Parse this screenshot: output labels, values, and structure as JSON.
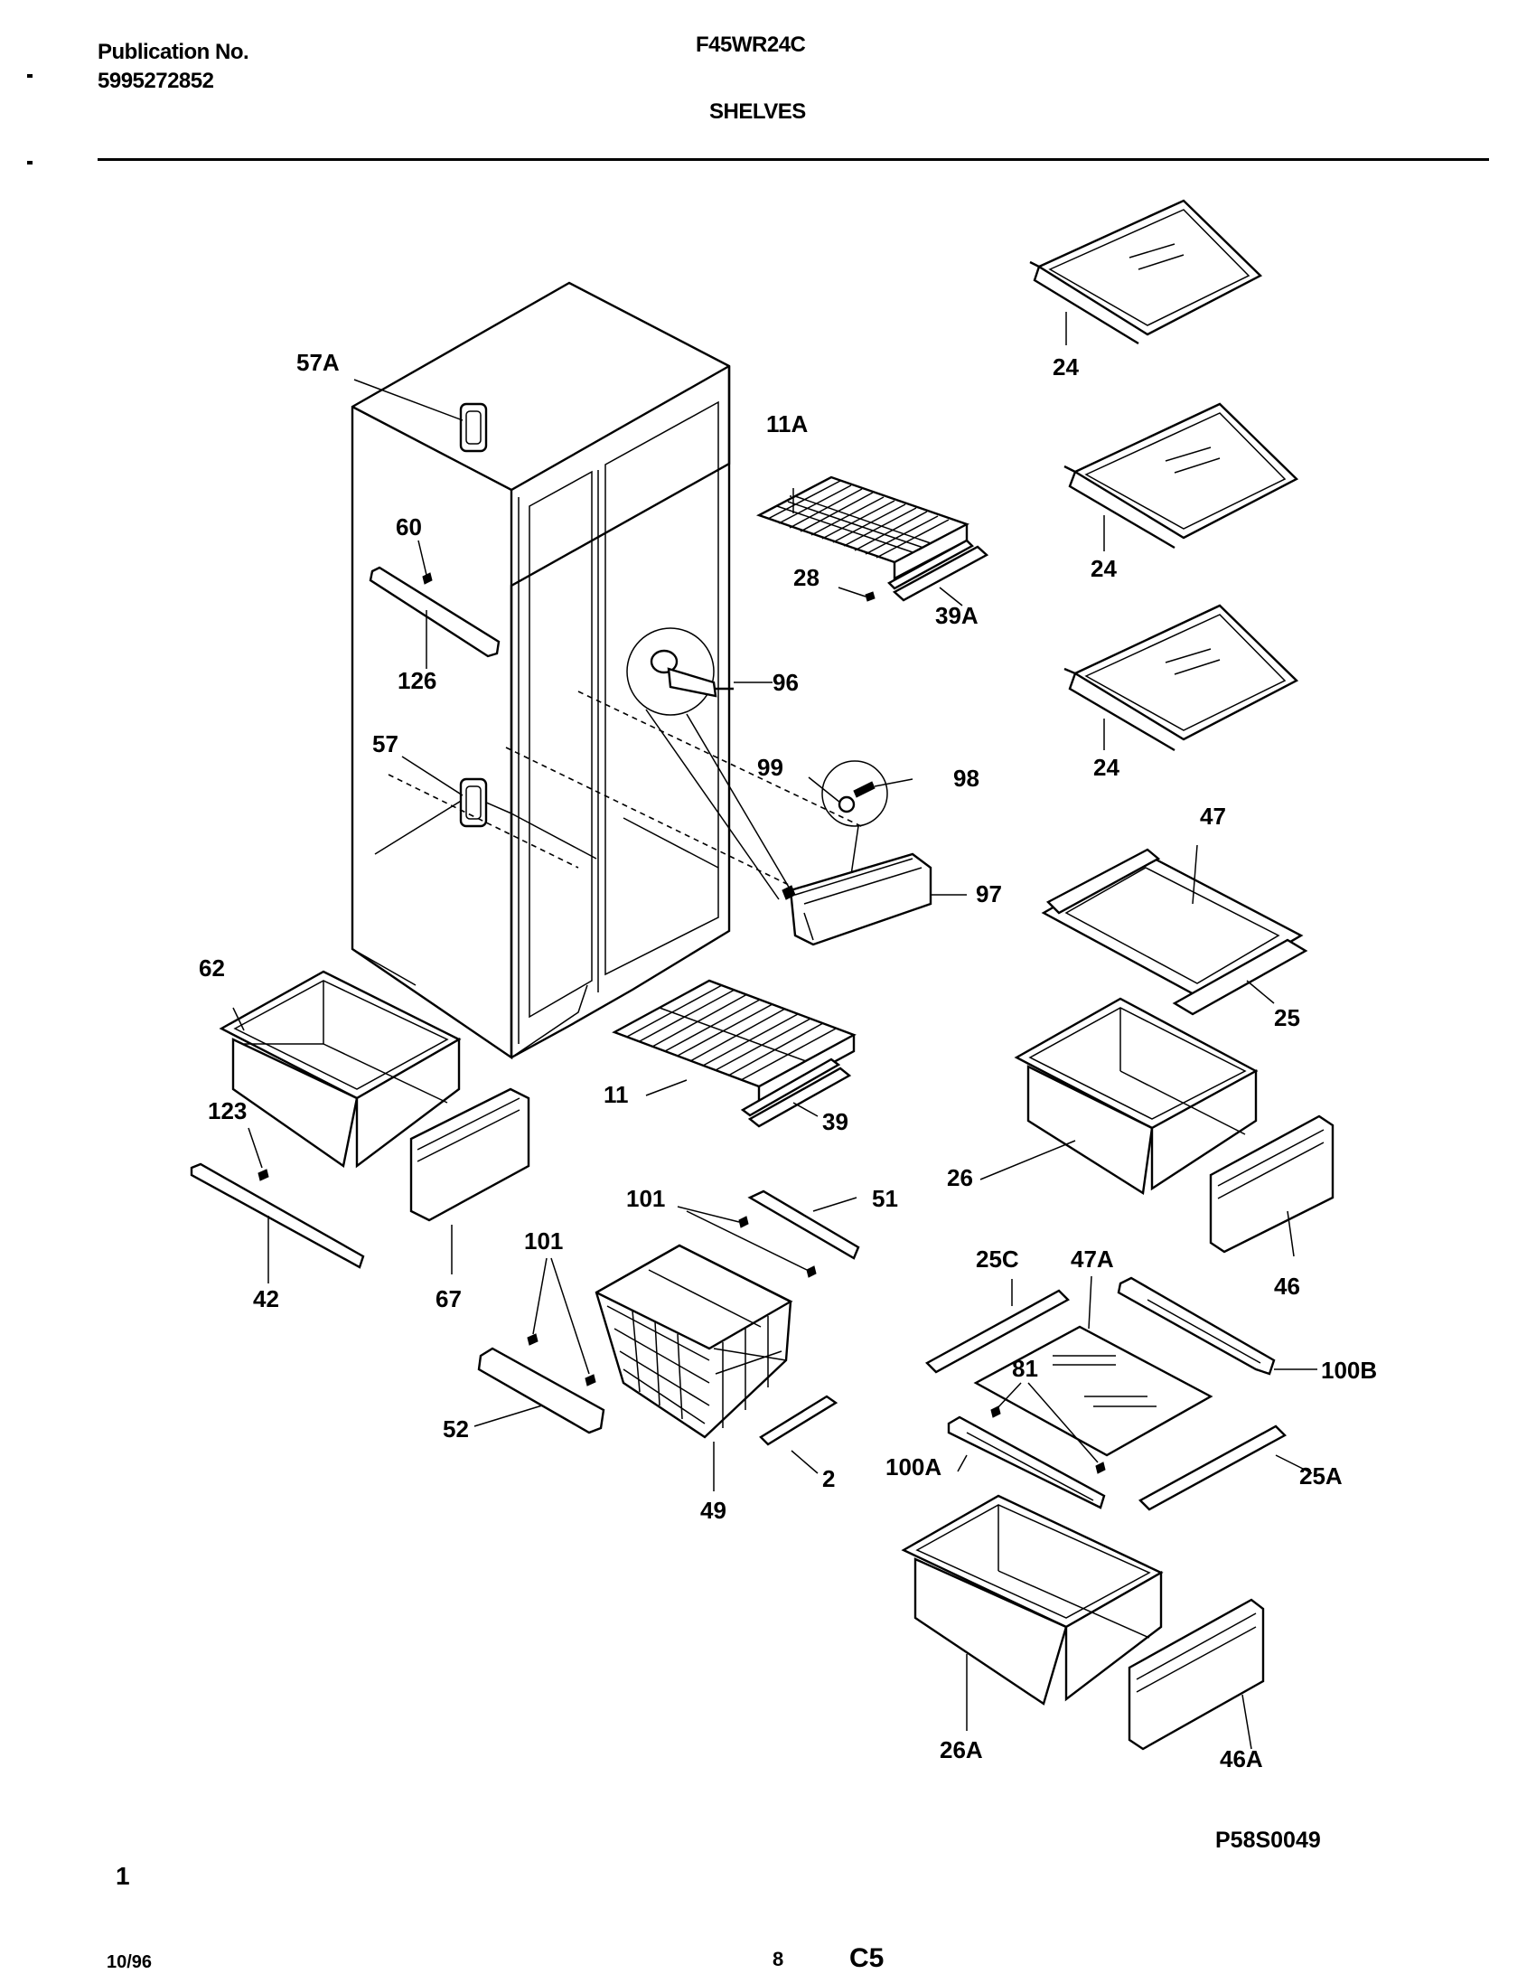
{
  "header": {
    "publication_label": "Publication No.",
    "publication_number": "5995272852",
    "model": "F45WR24C",
    "section_title": "SHELVES"
  },
  "diagram_code": "P58S0049",
  "footer": {
    "left_mark": "1",
    "date": "10/96",
    "page": "8",
    "code": "C5"
  },
  "callouts": [
    "57A",
    "60",
    "126",
    "57",
    "62",
    "123",
    "42",
    "67",
    "11A",
    "28",
    "39A",
    "96",
    "99",
    "98",
    "97",
    "11",
    "39",
    "24",
    "24",
    "24",
    "47",
    "25",
    "26",
    "46",
    "101",
    "51",
    "101",
    "52",
    "49",
    "2",
    "25C",
    "47A",
    "81",
    "100B",
    "100A",
    "25A",
    "26A",
    "46A"
  ]
}
